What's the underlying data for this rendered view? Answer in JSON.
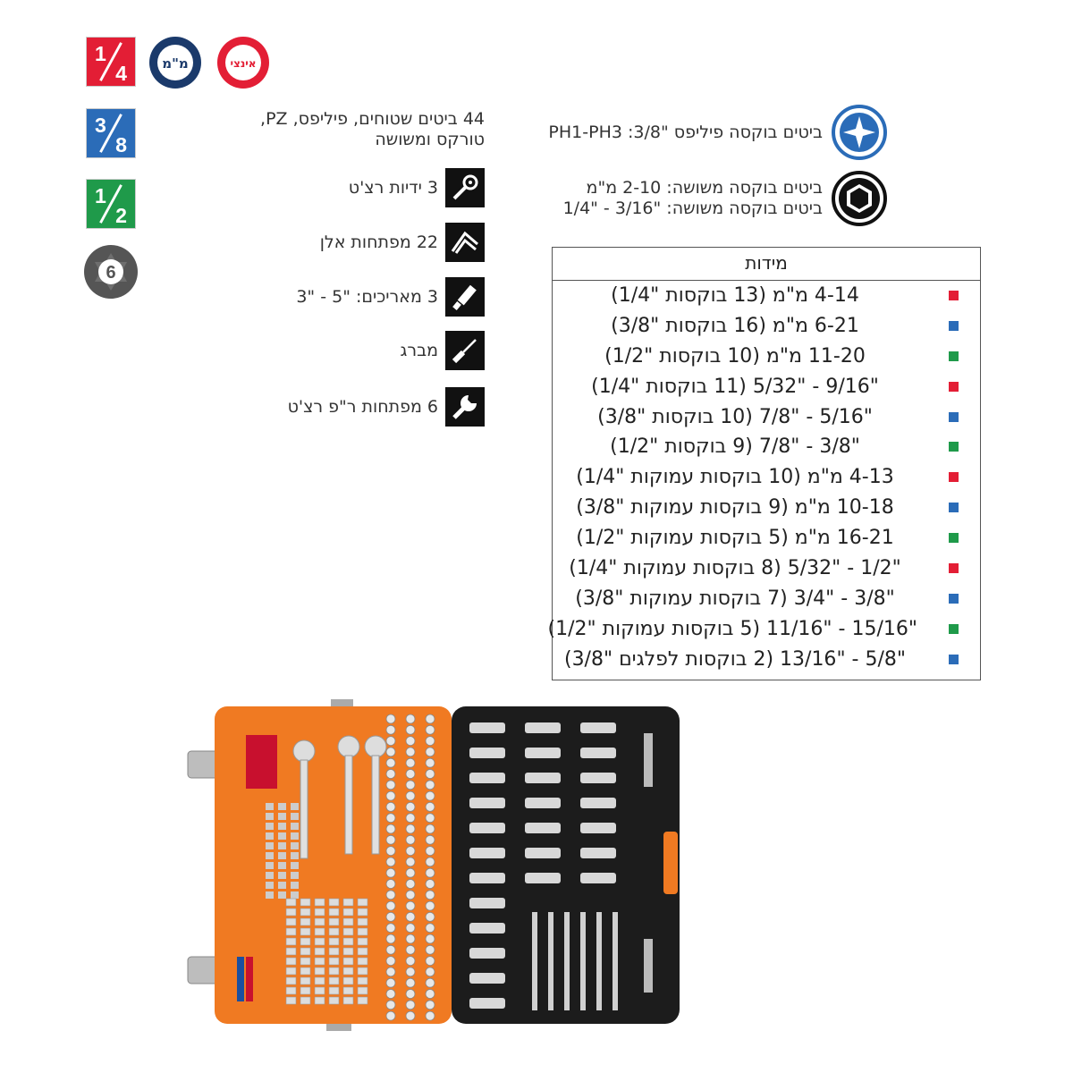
{
  "badges": {
    "quarter": {
      "num": "1",
      "den": "4",
      "color": "#e31e35"
    },
    "metric": {
      "label": "מ\"מ",
      "color": "#1b3a6b"
    },
    "inch": {
      "label": "אינצי",
      "color": "#e31e35"
    },
    "three_eighths": {
      "num": "3",
      "den": "8",
      "color": "#2b6cb8"
    },
    "half": {
      "num": "1",
      "den": "2",
      "color": "#1f9a4a"
    },
    "six_point": {
      "label": "6",
      "color": "#555555"
    }
  },
  "features": {
    "bits_text": "44 ביטים שטוחים, פיליפס, PZ, טורקס ומשושה",
    "items": [
      {
        "label": "3 ידיות רצ'ט",
        "icon": "ratchet-icon"
      },
      {
        "label": "22 מפתחות אלן",
        "icon": "allen-key-icon"
      },
      {
        "label": "3 מאריכים: \"5 - \"3",
        "icon": "extension-icon"
      },
      {
        "label": "מברג",
        "icon": "screwdriver-icon"
      },
      {
        "label": "6 מפתחות ר\"פ רצ'ט",
        "icon": "wrench-icon"
      }
    ]
  },
  "bit_sockets": {
    "phillips": {
      "text": "ביטים בוקסה פיליפס \"3/8: PH1-PH3",
      "icon": "phillips-icon",
      "color": "#2b6cb8"
    },
    "hex_line1": "ביטים בוקסה משושה: 2-10 מ\"מ",
    "hex_line2": "ביטים בוקסה משושה: \"3/16 - \"1/4",
    "hex_icon": "hex-icon"
  },
  "sizes": {
    "title": "מידות",
    "rows": [
      {
        "text": "4-14 מ\"מ (13 בוקסות \"1/4)",
        "color": "#e31e35"
      },
      {
        "text": "6-21 מ\"מ (16 בוקסות \"3/8)",
        "color": "#2b6cb8"
      },
      {
        "text": "11-20 מ\"מ (10 בוקסות \"1/2)",
        "color": "#1f9a4a"
      },
      {
        "text": "\"9/16 - \"5/32 (11 בוקסות \"1/4)",
        "color": "#e31e35"
      },
      {
        "text": "\"5/16 - \"7/8 (10 בוקסות \"3/8)",
        "color": "#2b6cb8"
      },
      {
        "text": "\"3/8 - \"7/8 (9 בוקסות \"1/2)",
        "color": "#1f9a4a"
      },
      {
        "text": "4-13 מ\"מ (10 בוקסות עמוקות \"1/4)",
        "color": "#e31e35"
      },
      {
        "text": "10-18 מ\"מ (9 בוקסות עמוקות \"3/8)",
        "color": "#2b6cb8"
      },
      {
        "text": "16-21 מ\"מ (5 בוקסות עמוקות \"1/2)",
        "color": "#1f9a4a"
      },
      {
        "text": "\"1/2 - \"5/32 (8 בוקסות עמוקות \"1/4)",
        "color": "#e31e35"
      },
      {
        "text": "\"3/8 - \"3/4 (7 בוקסות עמוקות \"3/8)",
        "color": "#2b6cb8"
      },
      {
        "text": "\"15/16 - \"11/16 (5 בוקסות עמוקות \"1/2)",
        "color": "#1f9a4a"
      },
      {
        "text": "\"5/8 - \"13/16 (2 בוקסות לפלגים \"3/8)",
        "color": "#2b6cb8"
      }
    ]
  },
  "colors": {
    "case_orange": "#f07a22",
    "case_black": "#1c1c1c"
  }
}
